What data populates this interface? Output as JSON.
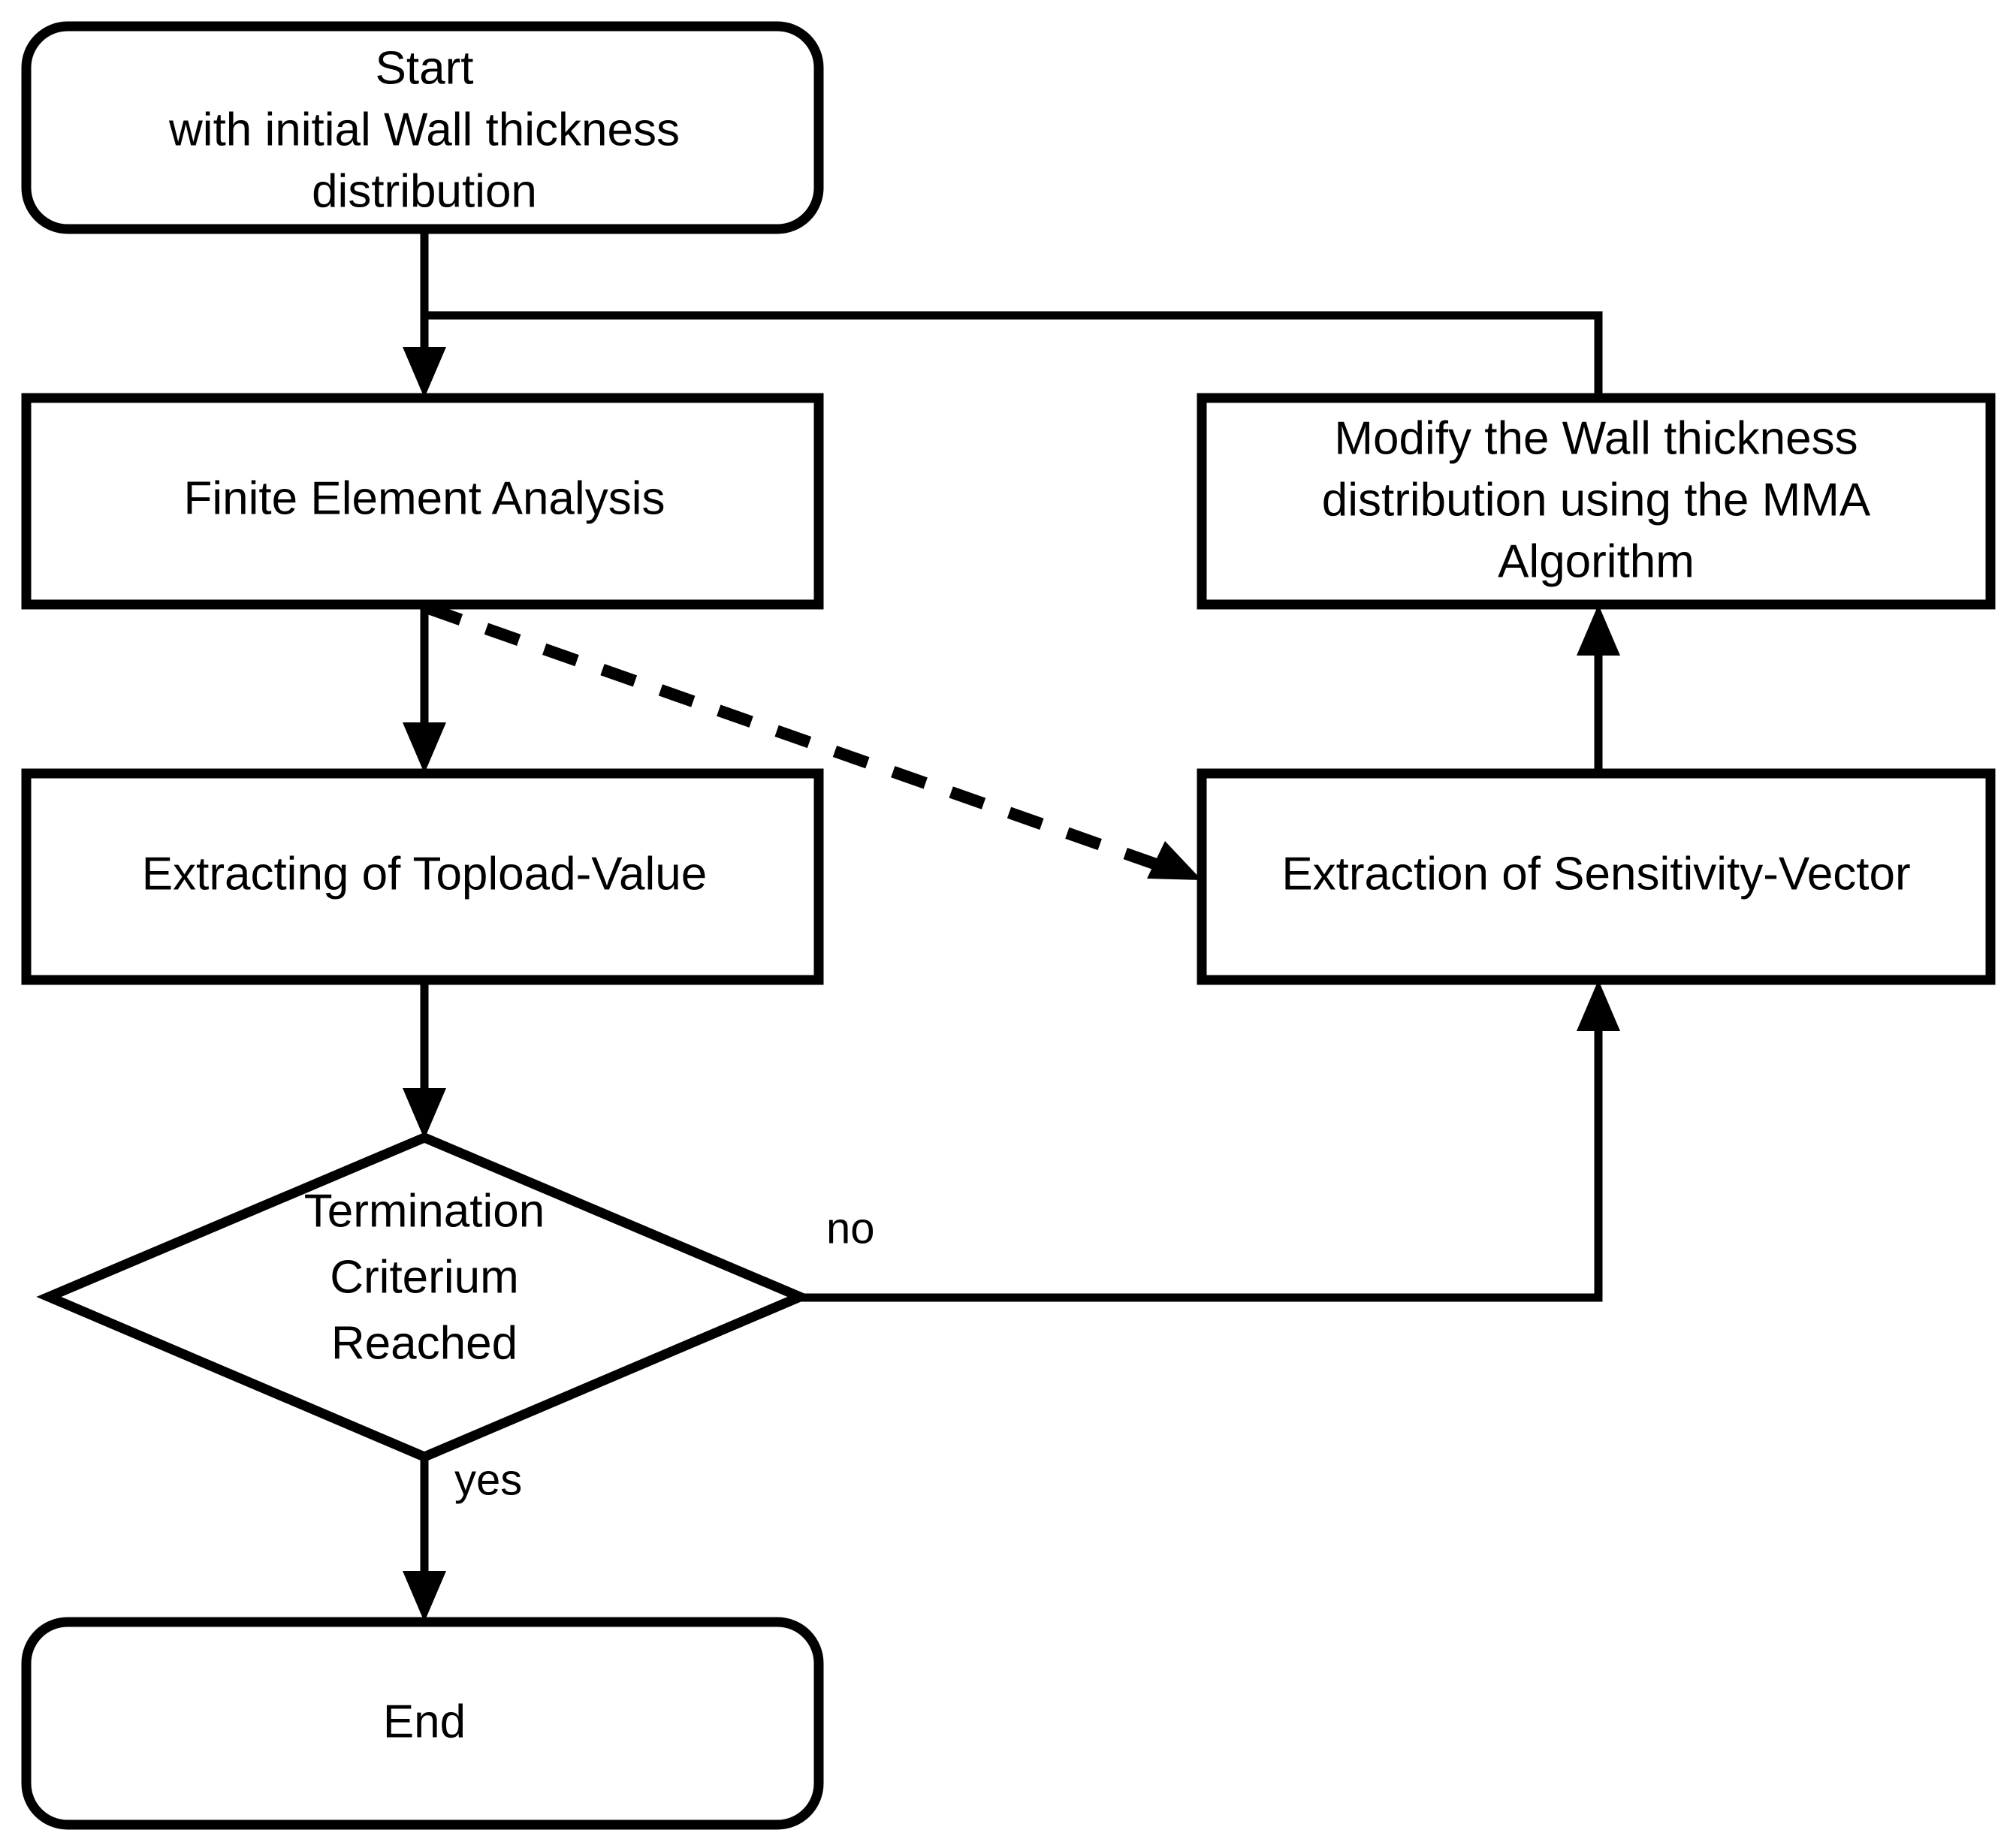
{
  "diagram": {
    "title": "Wall thickness topology optimization flowchart",
    "background_color": "#ffffff",
    "line_color": "#000000",
    "nodes": {
      "start": {
        "id": "start",
        "shape": "rounded-rectangle",
        "lines": [
          "Start",
          "with initial Wall thickness",
          "distribution"
        ],
        "text": "Start with initial Wall thickness distribution"
      },
      "fea": {
        "id": "fea",
        "shape": "rectangle",
        "lines": [
          "Finite Element Analysis"
        ],
        "text": "Finite Element Analysis"
      },
      "topload": {
        "id": "topload",
        "shape": "rectangle",
        "lines": [
          "Extracting of Topload-Value"
        ],
        "text": "Extracting of Topload-Value"
      },
      "termination": {
        "id": "termination",
        "shape": "diamond",
        "lines": [
          "Termination",
          "Criterium",
          "Reached"
        ],
        "text": "Termination Criterium Reached"
      },
      "end": {
        "id": "end",
        "shape": "rounded-rectangle",
        "lines": [
          "End"
        ],
        "text": "End"
      },
      "mma": {
        "id": "mma",
        "shape": "rectangle",
        "lines": [
          "Modify the Wall thickness",
          "distribution using the MMA",
          "Algorithm"
        ],
        "text": "Modify the Wall thickness distribution using the MMA Algorithm"
      },
      "sensitivity": {
        "id": "sensitivity",
        "shape": "rectangle",
        "lines": [
          "Extraction of  Sensitivity-Vector"
        ],
        "text": "Extraction of  Sensitivity-Vector"
      }
    },
    "edge_labels": {
      "no": "no",
      "yes": "yes"
    },
    "edges": [
      {
        "from": "start",
        "to": "fea",
        "style": "solid",
        "label": ""
      },
      {
        "from": "fea",
        "to": "topload",
        "style": "solid",
        "label": ""
      },
      {
        "from": "fea",
        "to": "sensitivity",
        "style": "dashed",
        "label": ""
      },
      {
        "from": "topload",
        "to": "termination",
        "style": "solid",
        "label": ""
      },
      {
        "from": "termination",
        "to": "sensitivity",
        "style": "solid",
        "label": "no"
      },
      {
        "from": "termination",
        "to": "end",
        "style": "solid",
        "label": "yes"
      },
      {
        "from": "sensitivity",
        "to": "mma",
        "style": "solid",
        "label": ""
      },
      {
        "from": "mma",
        "to": "fea",
        "style": "solid",
        "label": ""
      }
    ]
  }
}
